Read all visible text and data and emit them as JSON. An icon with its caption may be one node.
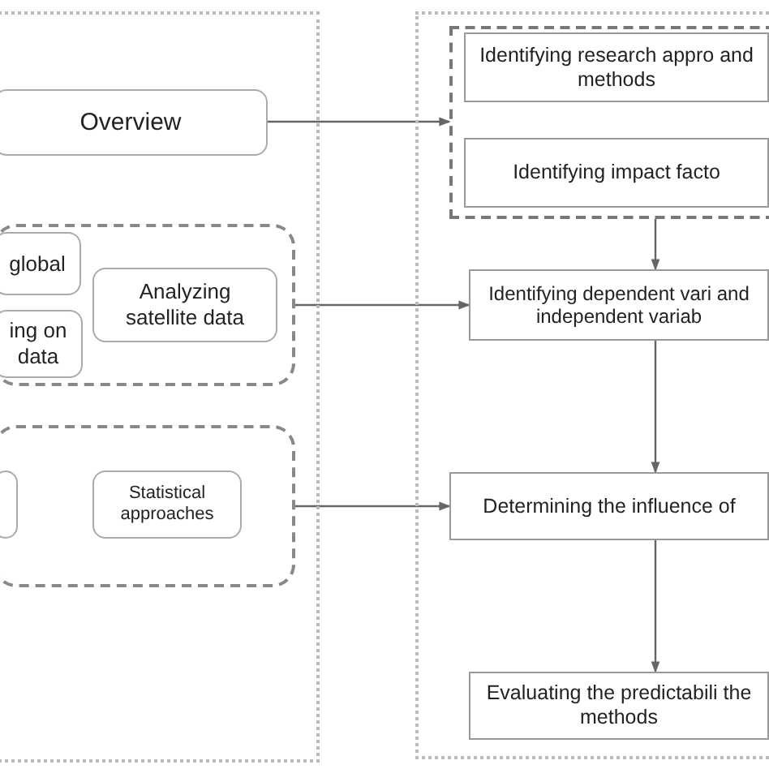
{
  "diagram": {
    "nodes": [
      {
        "text": [],
        "shape": "box"
      },
      {
        "text": [
          "Overview"
        ],
        "in": 0
      },
      {
        "text": [],
        "shape": "box",
        "in": 0
      },
      {
        "text": [
          "global"
        ],
        "in": 2
      },
      {
        "text": [
          "ing on data"
        ],
        "in": 2
      },
      {
        "text": [
          "Analyzing satellite data"
        ],
        "in": 2
      },
      {
        "text": [],
        "shape": "box",
        "in": 0
      },
      {
        "text": [],
        "shape": "box",
        "in": 6
      },
      {
        "text": [
          "Statistical approaches"
        ],
        "in": 6
      },
      {
        "text": [],
        "shape": "box"
      },
      {
        "text": [],
        "shape": "box",
        "in": 9
      },
      {
        "text": [
          "Identifying research appro and methods"
        ],
        "in": 10
      },
      {
        "text": [
          "Identifying impact facto"
        ],
        "in": 10
      },
      {
        "text": [
          "Identifying dependent vari and independent variab"
        ],
        "in": 9
      },
      {
        "text": [
          "Determining the influence of"
        ],
        "in": 9
      },
      {
        "text": [
          "Evaluating the predictabili the methods"
        ],
        "in": 9
      }
    ],
    "edges": [
      {
        "from": 1,
        "to": 10,
        "arrow": "to"
      },
      {
        "from": 2,
        "to": 13,
        "arrow": "to"
      },
      {
        "from": 6,
        "to": 14,
        "arrow": "to"
      },
      {
        "from": 10,
        "to": 13,
        "arrow": "to"
      },
      {
        "from": 13,
        "to": 14,
        "arrow": "to"
      },
      {
        "from": 14,
        "to": 15,
        "arrow": "to"
      }
    ]
  }
}
